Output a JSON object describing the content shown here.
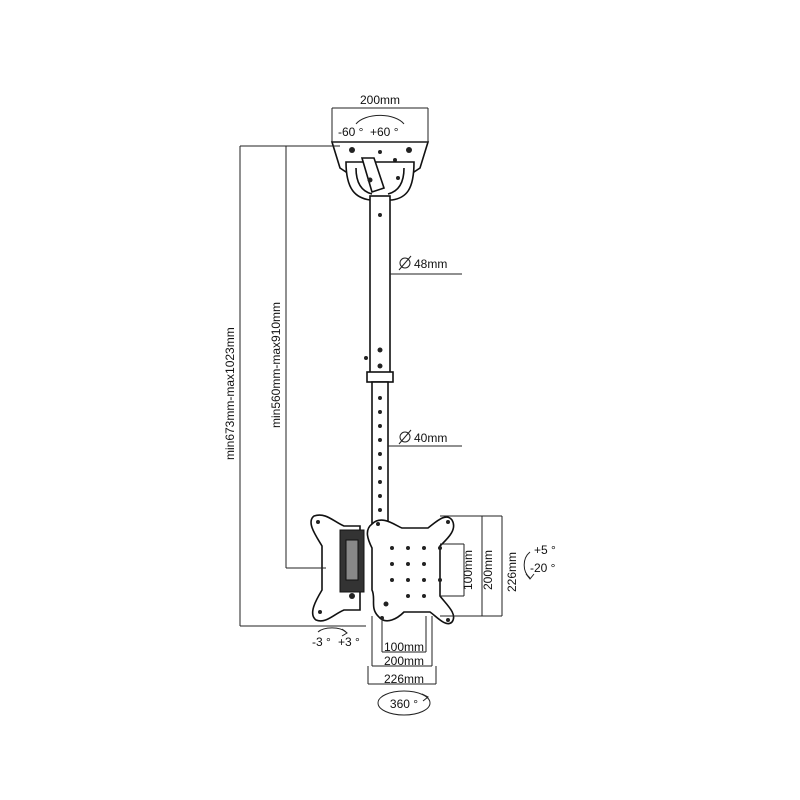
{
  "labels": {
    "ceiling_width": "200mm",
    "ceiling_tilt_left": "-60 °",
    "ceiling_tilt_right": "+60 °",
    "tube_upper_diameter": "48mm",
    "tube_lower_diameter": "40mm",
    "total_height": "min673mm-max1023mm",
    "tube_height": "min560mm-max910mm",
    "vesa_h_100": "100mm",
    "vesa_h_200": "200mm",
    "vesa_h_226": "226mm",
    "vesa_v_100": "100mm",
    "vesa_v_200": "200mm",
    "vesa_v_226": "226mm",
    "tilt_up": "+5 °",
    "tilt_down": "-20 °",
    "swivel_left": "-3 °",
    "swivel_right": "+3 °",
    "rotation": "360 °"
  },
  "colors": {
    "line": "#111111",
    "background": "#ffffff"
  }
}
